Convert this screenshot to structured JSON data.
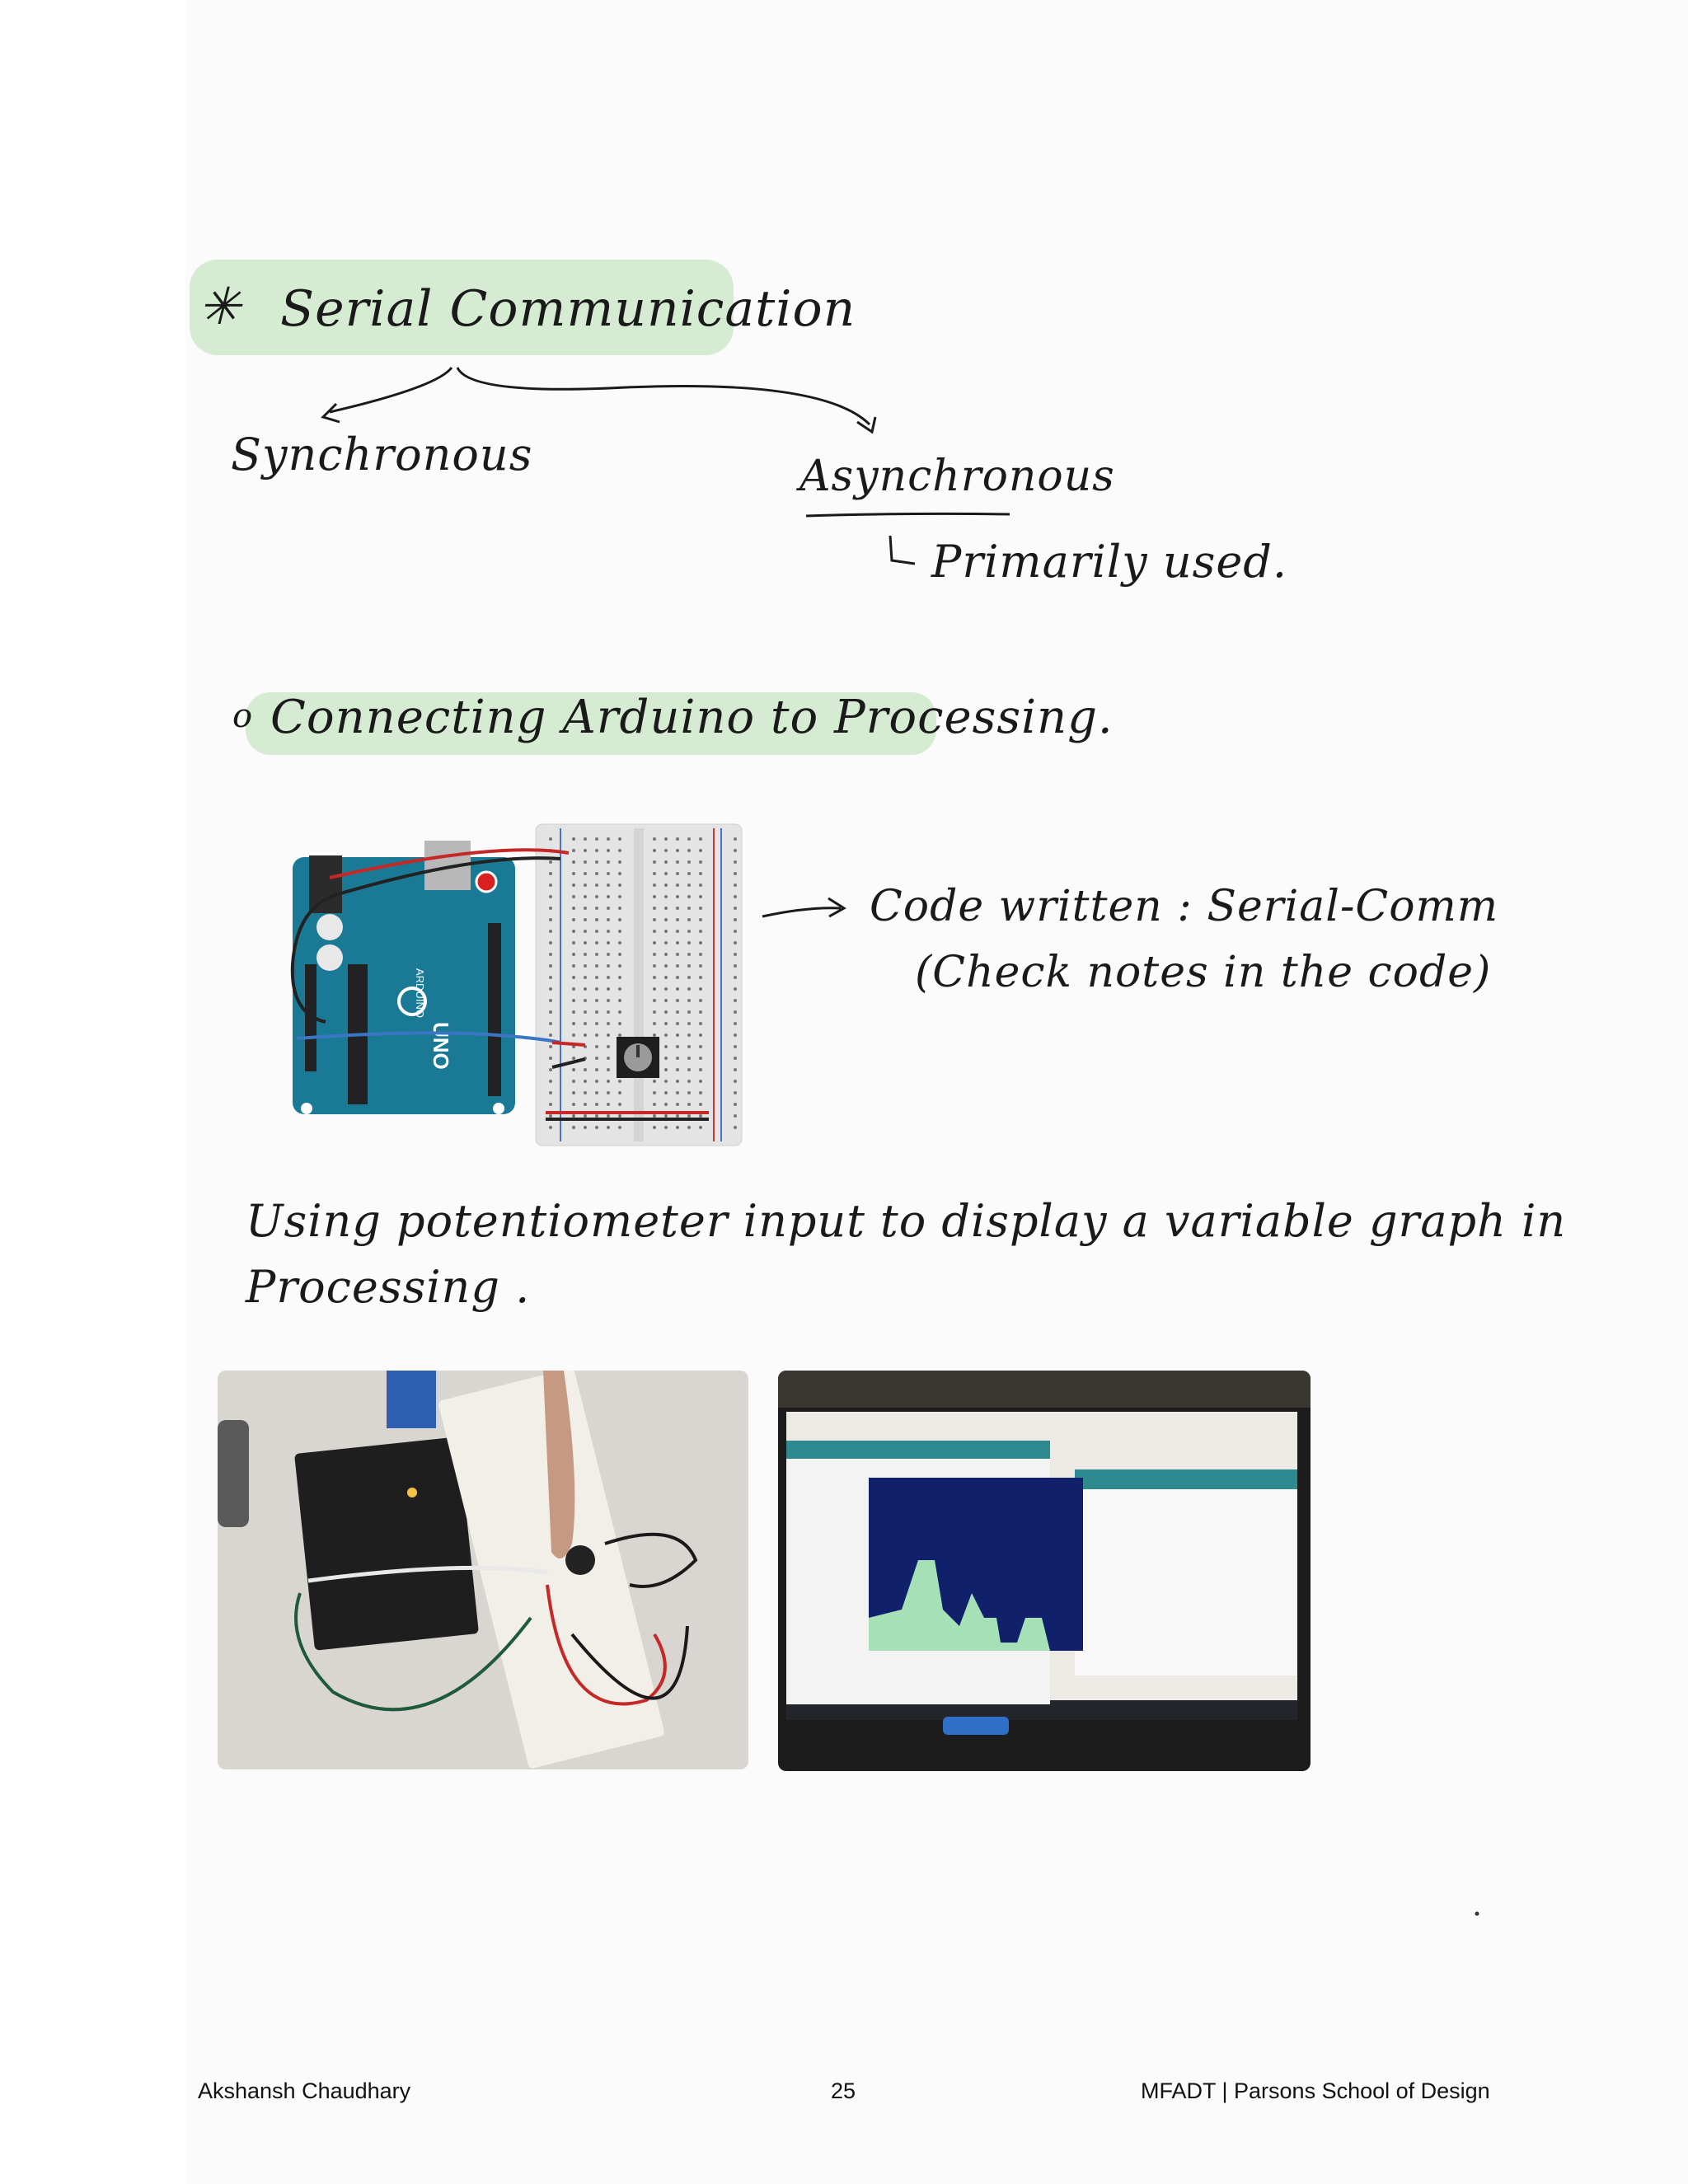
{
  "notes": {
    "heading_bullet": "✳",
    "heading": "Serial Communication",
    "branch_left": "Synchronous",
    "branch_right": "Asynchronous",
    "branch_right_note": "Primarily used.",
    "section_bullet": "o",
    "section": "Connecting Arduino to Processing.",
    "code_line1": "Code written : Serial-Comm",
    "code_line2": "(Check notes in the code)",
    "description_line1": "Using potentiometer input to display a variable graph in",
    "description_line2": "Processing ."
  },
  "figures": {
    "board_label_brand": "ARDUINO",
    "board_label_model": "UNO"
  },
  "footer": {
    "author": "Akshansh Chaudhary",
    "page_number": "25",
    "program": "MFADT | Parsons School of Design"
  },
  "colors": {
    "highlight": "#d5ecd2",
    "arduino_board": "#1a7a96",
    "wire_red": "#c62828",
    "wire_blue": "#3a76c4"
  }
}
